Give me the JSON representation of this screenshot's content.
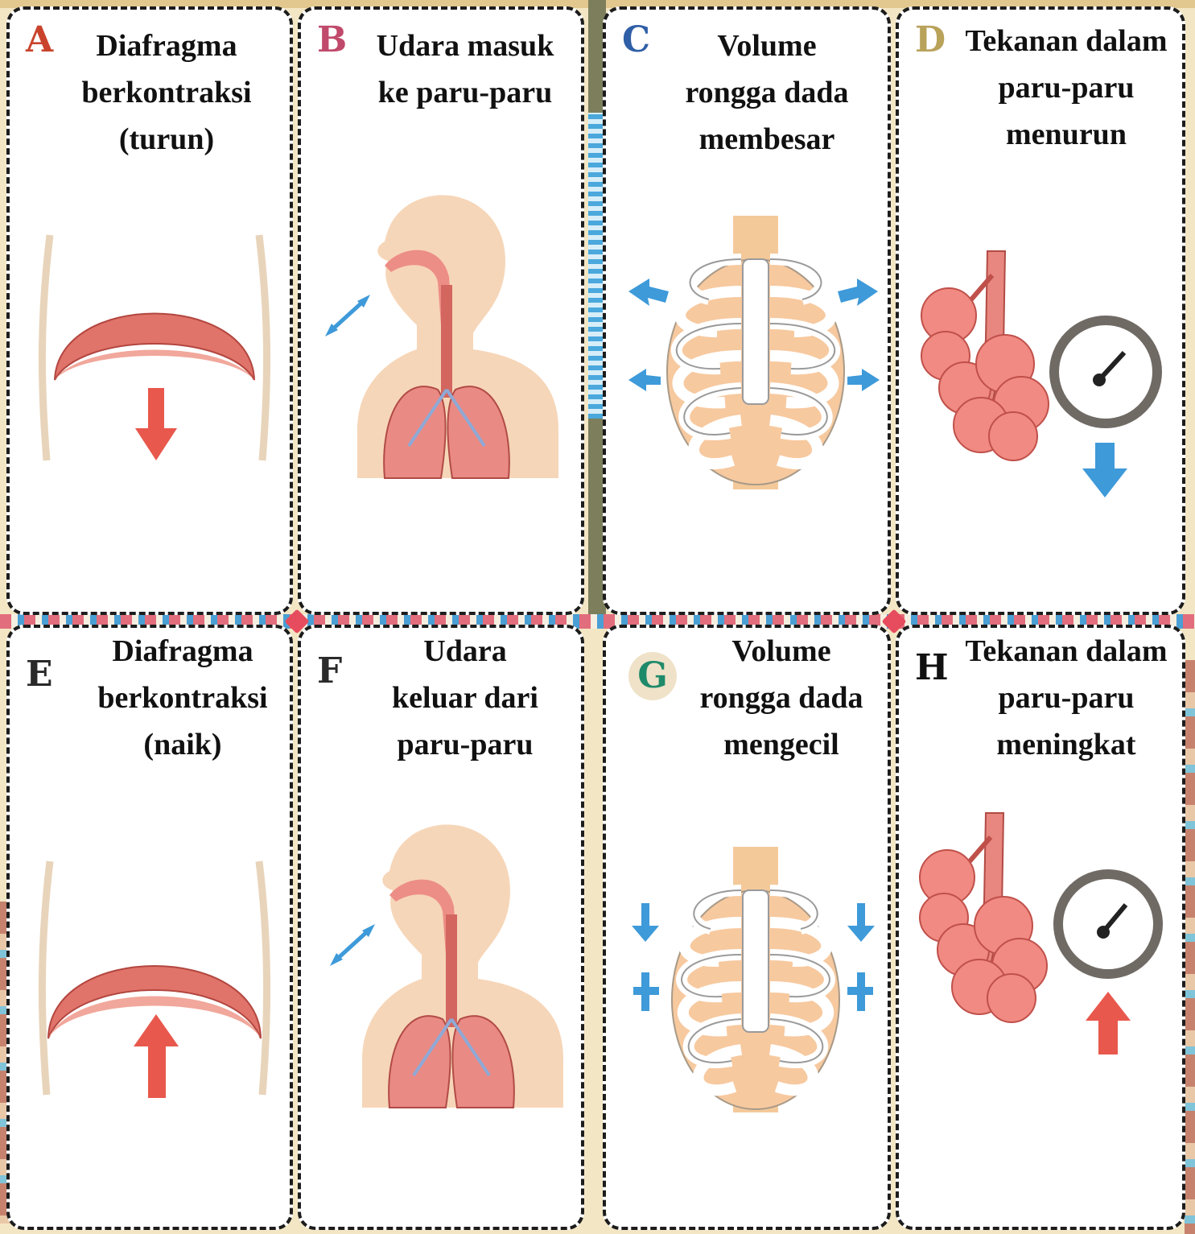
{
  "colors": {
    "background": "#f3e6c4",
    "muscle": "#e0736a",
    "arrow_red": "#e8584d",
    "arrow_blue": "#3e9ad9",
    "skin": "#f6d6b8",
    "lung": "#ea8a84"
  },
  "cards": [
    {
      "letter": "A",
      "letter_color": "#c9432c",
      "lines": [
        "Diafragma",
        "berkontraksi",
        "(turun)"
      ],
      "icon": "diaphragm-down-icon"
    },
    {
      "letter": "B",
      "letter_color": "#c04a6b",
      "lines": [
        "Udara masuk",
        "ke paru-paru"
      ],
      "icon": "inhale-respiratory-system-icon"
    },
    {
      "letter": "C",
      "letter_color": "#2f5fa6",
      "lines": [
        "Volume",
        "rongga dada",
        "membesar"
      ],
      "icon": "ribcage-expanding-icon"
    },
    {
      "letter": "D",
      "letter_color": "#b9a25a",
      "lines": [
        "Tekanan dalam",
        "paru-paru",
        "menurun"
      ],
      "icon": "lung-pressure-down-icon"
    },
    {
      "letter": "E",
      "letter_color": "#2a2a2a",
      "lines": [
        "Diafragma",
        "berkontraksi",
        "(naik)"
      ],
      "icon": "diaphragm-up-icon"
    },
    {
      "letter": "F",
      "letter_color": "#2a2a2a",
      "lines": [
        "Udara",
        "keluar dari",
        "paru-paru"
      ],
      "icon": "exhale-respiratory-system-icon"
    },
    {
      "letter": "G",
      "letter_color": "#1f8a6a",
      "lines": [
        "Volume",
        "rongga dada",
        "mengecil"
      ],
      "icon": "ribcage-shrinking-icon"
    },
    {
      "letter": "H",
      "letter_color": "#111111",
      "lines": [
        "Tekanan dalam",
        "paru-paru",
        "meningkat"
      ],
      "icon": "lung-pressure-up-icon"
    }
  ]
}
